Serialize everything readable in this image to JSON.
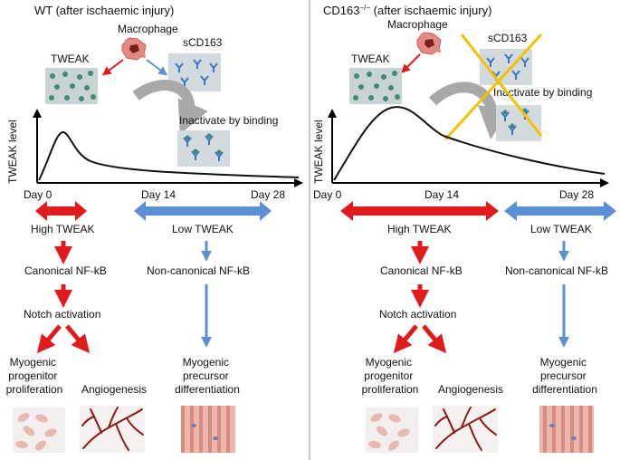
{
  "colors": {
    "red": "#e01b1b",
    "blue": "#5b8fd6",
    "grey_arrow": "#a9a9a9",
    "yellow_cross": "#f2c200",
    "divider": "#b5b5b5",
    "macrophage": "#e48a84",
    "tweak_particle": "#3f8a7a",
    "scd163": "#3a76c4",
    "vessel": "#8b1a12"
  },
  "panels": {
    "left": {
      "title": "WT (after ischaemic injury)",
      "macrophage": "Macrophage",
      "tweak": "TWEAK",
      "scd163": "sCD163",
      "inactivate": "Inactivate by binding",
      "ylabel": "TWEAK level",
      "days": [
        "Day 0",
        "Day 14",
        "Day 28"
      ],
      "high": "High TWEAK",
      "low": "Low TWEAK",
      "canonical": "Canonical NF-kB",
      "noncanonical": "Non-canonical NF-kB",
      "notch": "Notch activation",
      "prolif": [
        "Myogenic",
        "progenitor",
        "proliferation"
      ],
      "angio": "Angiogenesis",
      "diff": [
        "Myogenic",
        "precursor",
        "differentiation"
      ]
    },
    "right": {
      "title_main": "CD163",
      "title_sup": "−/−",
      "title_rest": " (after ischaemic injury)",
      "macrophage": "Macrophage",
      "tweak": "TWEAK",
      "scd163": "sCD163",
      "inactivate": "Inactivate by binding",
      "ylabel": "TWEAK level",
      "days": [
        "Day 0",
        "Day 14",
        "Day 28"
      ],
      "high": "High TWEAK",
      "low": "Low TWEAK",
      "canonical": "Canonical NF-kB",
      "noncanonical": "Non-canonical NF-kB",
      "notch": "Notch activation",
      "prolif": [
        "Myogenic",
        "progenitor",
        "proliferation"
      ],
      "angio": "Angiogenesis",
      "diff": [
        "Myogenic",
        "precursor",
        "differentiation"
      ]
    }
  }
}
